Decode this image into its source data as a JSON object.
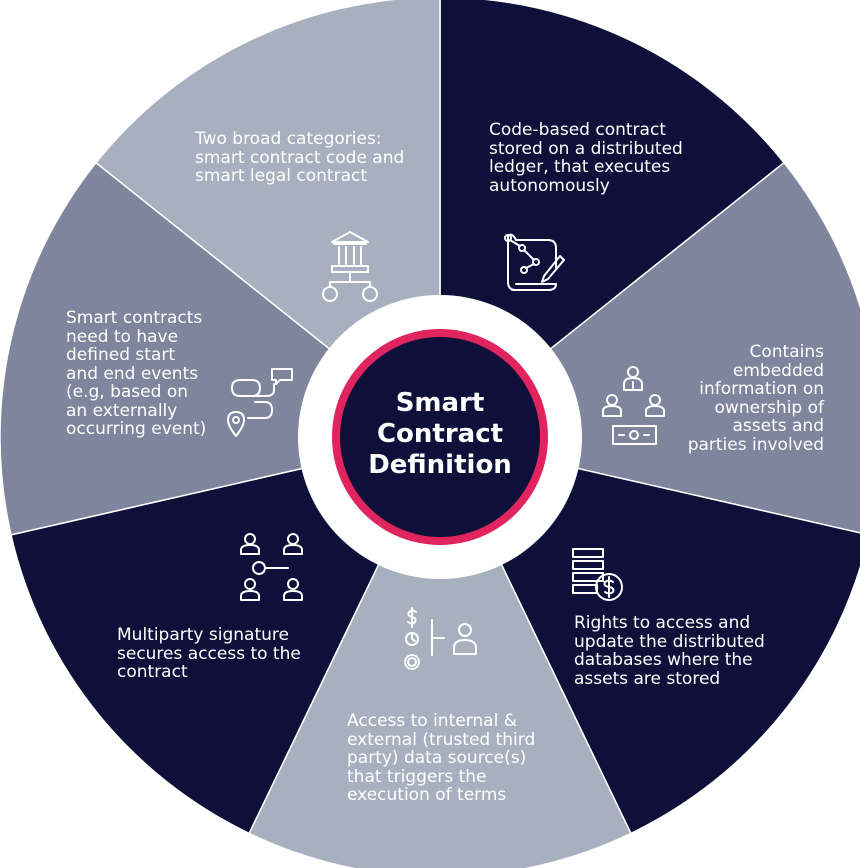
{
  "center": {
    "title": "Smart\nContract\nDefinition"
  },
  "colors": {
    "navy": "#0e1039",
    "light_gray": "#a8b0c0",
    "mid_gray": "#7f859c",
    "accent_ring": "#e0245e",
    "icon_stroke": "#ffffff"
  },
  "segments": [
    {
      "id": "code-based",
      "text": "Code-based contract\nstored on a distributed\nledger, that executes\nautonomously",
      "color": "#0e1039",
      "icon": "contract-document-icon"
    },
    {
      "id": "embedded-info",
      "text": "Contains\nembedded\ninformation on\nownership of\nassets and\nparties involved",
      "color": "#7f859c",
      "icon": "ownership-parties-icon"
    },
    {
      "id": "rights-access",
      "text": "Rights to access and\nupdate the distributed\ndatabases where the\nassets are stored",
      "color": "#0e1039",
      "icon": "database-dollar-icon"
    },
    {
      "id": "data-sources",
      "text": "Access to internal &\nexternal (trusted third\nparty) data source(s)\nthat triggers the\nexecution of terms",
      "color": "#a8b0c0",
      "icon": "data-source-icon"
    },
    {
      "id": "multiparty",
      "text": "Multiparty signature\nsecures access to the\ncontract",
      "color": "#0e1039",
      "icon": "multiparty-signature-icon"
    },
    {
      "id": "start-end-events",
      "text": "Smart contracts\nneed to have\ndefined start\nand end events\n(e.g, based on\nan externally\noccurring event)",
      "color": "#7f859c",
      "icon": "route-location-icon"
    },
    {
      "id": "categories",
      "text": "Two broad categories:\nsmart contract code and\nsmart legal contract",
      "color": "#a8b0c0",
      "icon": "institution-hierarchy-icon"
    }
  ]
}
